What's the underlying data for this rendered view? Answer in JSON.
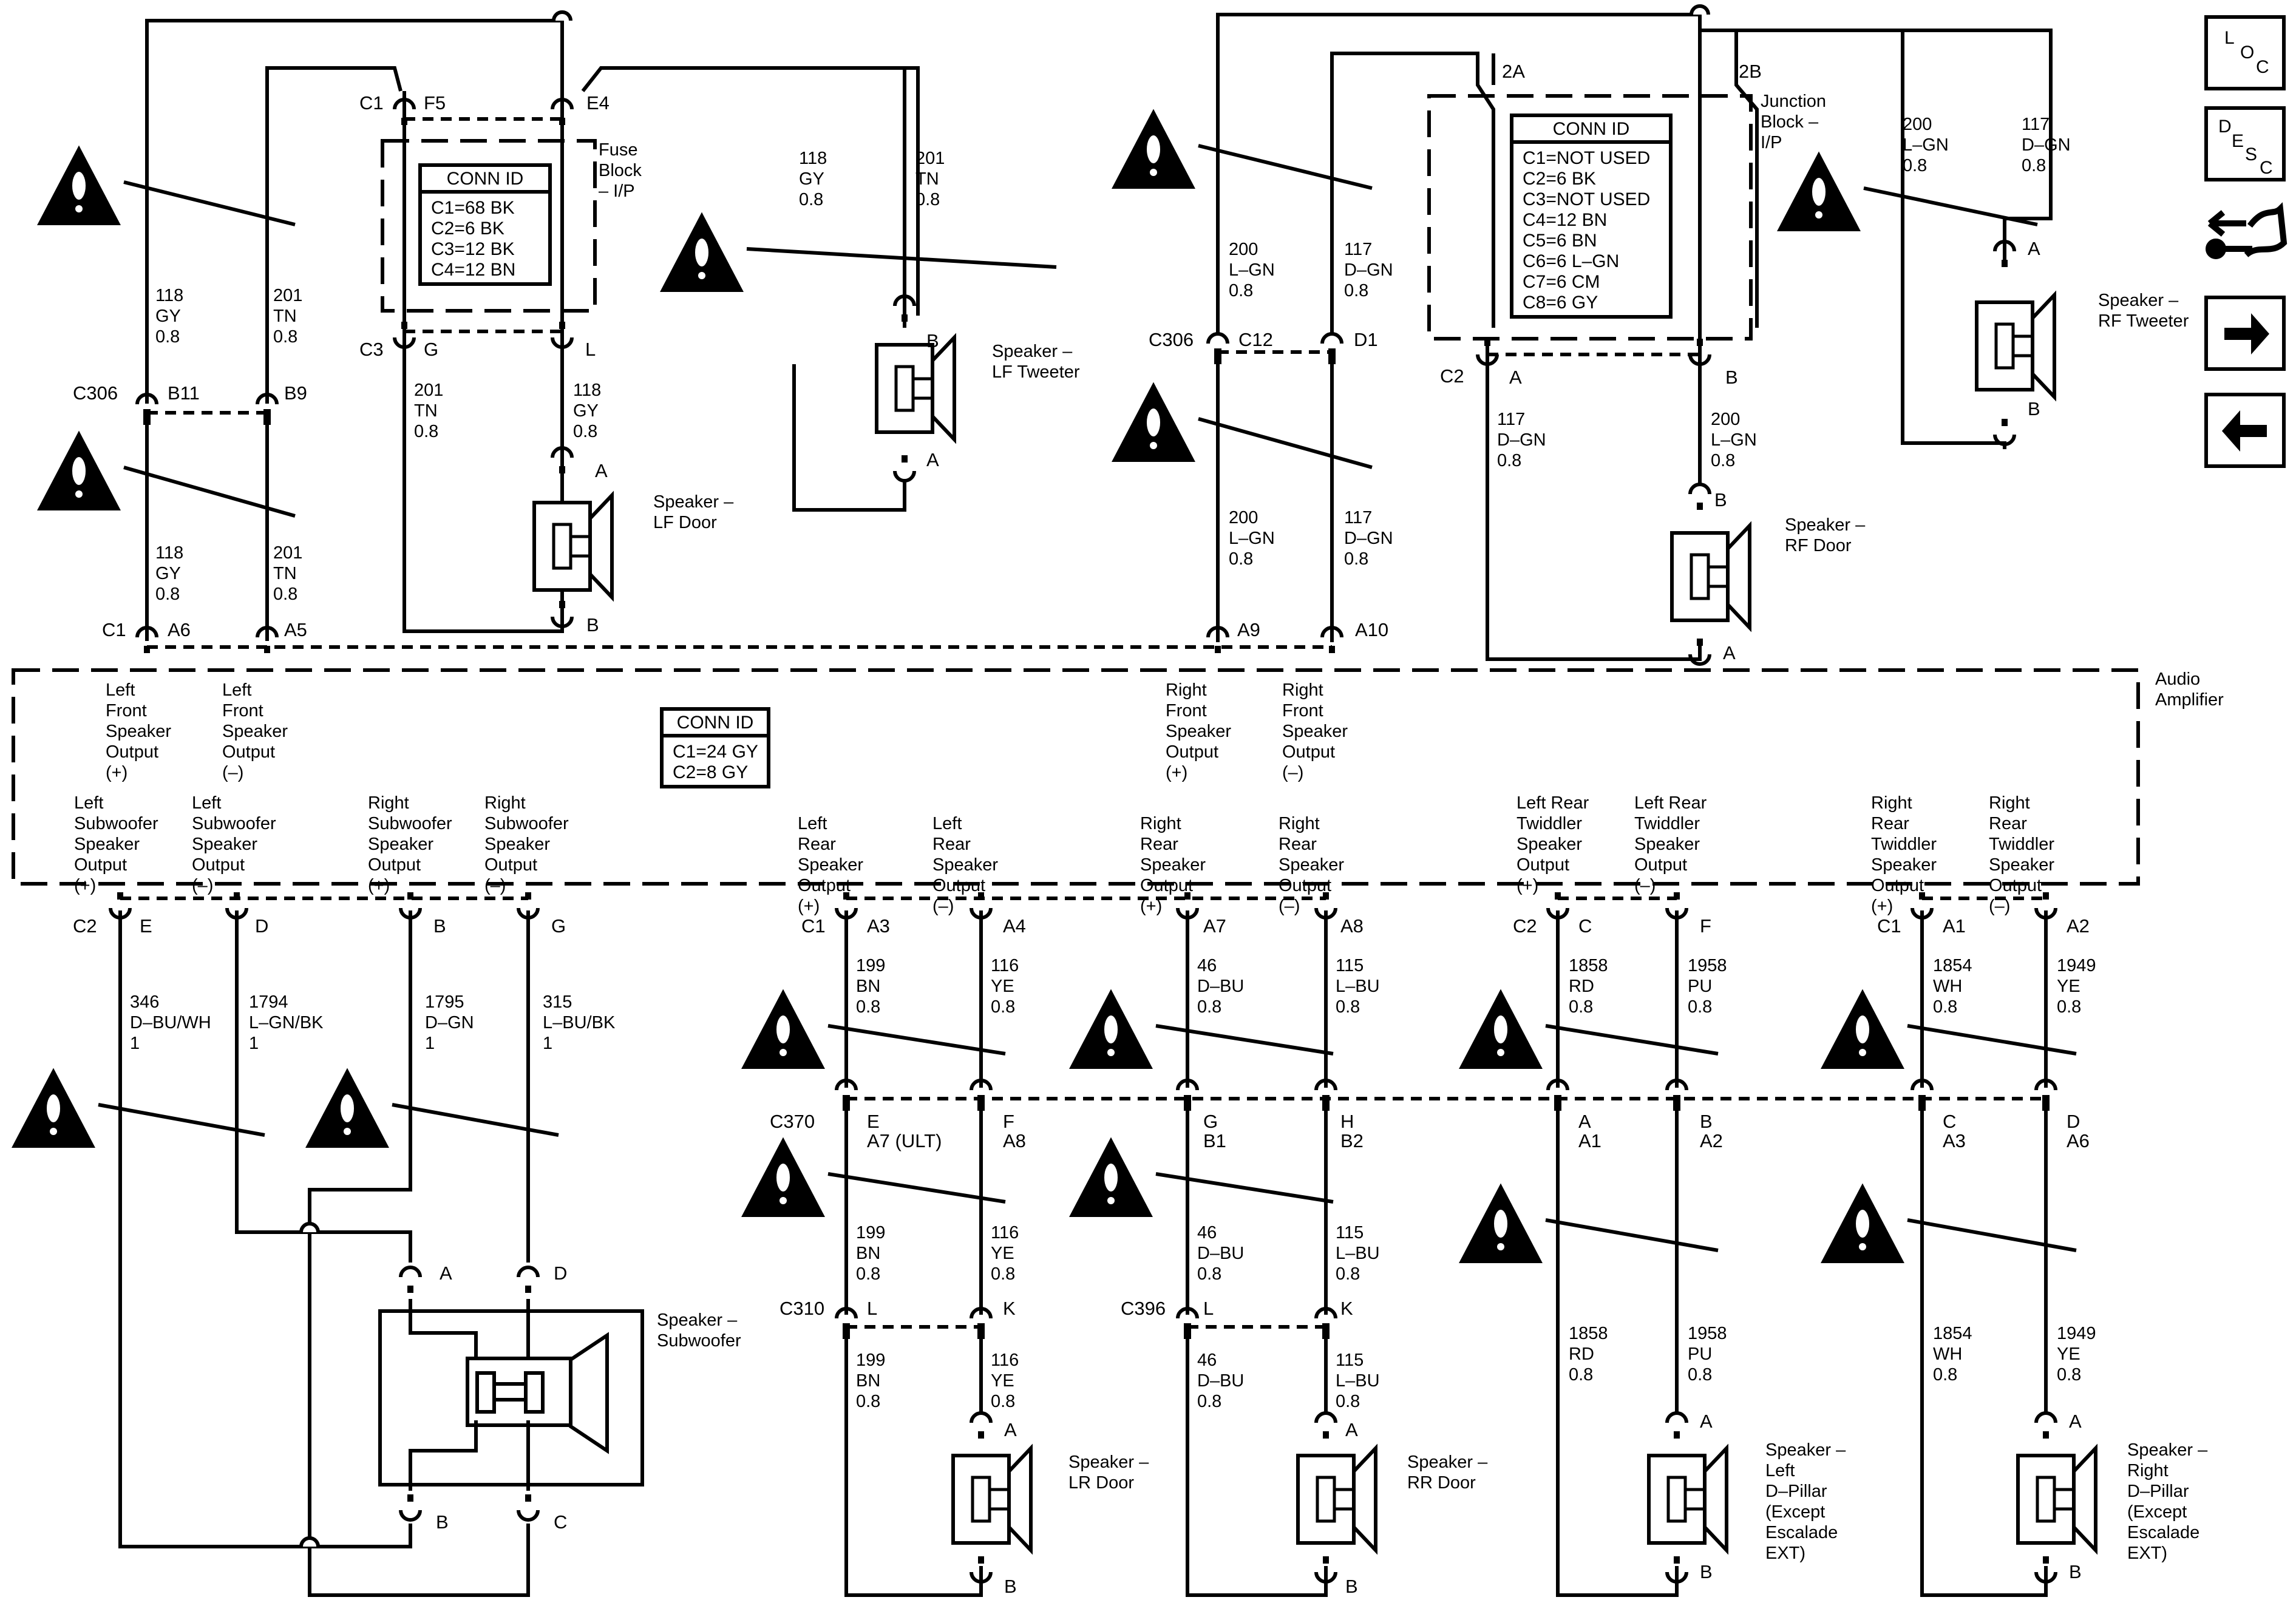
{
  "colors": {
    "ink": "#000000",
    "paper": "#ffffff"
  },
  "nav": {
    "loc": {
      "l": "L",
      "o": "O",
      "c": "C",
      "icon": "loc-icon"
    },
    "desc": {
      "d": "D",
      "e": "E",
      "s": "S",
      "c": "C",
      "icon": "desc-icon"
    },
    "connector_icon": "connector-tool-icon",
    "next_icon": "right-arrow-icon",
    "prev_icon": "left-arrow-icon"
  },
  "modules": {
    "fuse_block": {
      "name": "Fuse Block – I/P"
    },
    "junction_block": {
      "name": "Junction Block – I/P",
      "terminals": [
        "2A",
        "2B"
      ]
    },
    "amplifier": {
      "name": "Audio Amplifier"
    }
  },
  "conn_id_tables": {
    "fuse_block": {
      "title": "CONN ID",
      "rows": [
        "C1=68 BK",
        "C2=6 BK",
        "C3=12 BK",
        "C4=12 BN"
      ]
    },
    "junction_block": {
      "title": "CONN ID",
      "rows": [
        "C1=NOT USED",
        "C2=6 BK",
        "C3=NOT USED",
        "C4=12 BN",
        "C5=6 BN",
        "C6=6 L–GN",
        "C7=6 CM",
        "C8=6 GY"
      ]
    },
    "amplifier": {
      "title": "CONN ID",
      "rows": [
        "C1=24 GY",
        "C2=8 GY"
      ]
    }
  },
  "amp_outputs": {
    "lf_plus": "Left Front Speaker Output (+)",
    "lf_minus": "Left Front Speaker Output (–)",
    "rf_plus": "Right Front Speaker Output (+)",
    "rf_minus": "Right Front Speaker Output (–)",
    "lsub_plus": "Left Subwoofer Speaker Output (+)",
    "lsub_minus": "Left Subwoofer Speaker Output (–)",
    "rsub_plus": "Right Subwoofer Speaker Output (+)",
    "rsub_minus": "Right Subwoofer Speaker Output (–)",
    "lr_plus": "Left Rear Speaker Output (+)",
    "lr_minus": "Left Rear Speaker Output (–)",
    "rr_plus": "Right Rear Speaker Output (+)",
    "rr_minus": "Right Rear Speaker Output (–)",
    "lrt_plus": "Left Rear Twiddler Speaker Output (+)",
    "lrt_minus": "Left Rear Twiddler Speaker Output (–)",
    "rrt_plus": "Right Rear Twiddler Speaker Output (+)",
    "rrt_minus": "Right Rear Twiddler Speaker Output (–)"
  },
  "speakers": {
    "lf_tweeter": "Speaker – LF Tweeter",
    "lf_door": "Speaker – LF Door",
    "rf_door": "Speaker – RF Door",
    "rf_tweeter": "Speaker – RF Tweeter",
    "subwoofer": "Speaker – Subwoofer",
    "lr_door": "Speaker – LR Door",
    "rr_door": "Speaker – RR Door",
    "left_dpillar": "Speaker – Left D–Pillar (Except Escalade EXT)",
    "right_dpillar": "Speaker – Right D–Pillar (Except Escalade EXT)"
  },
  "connectors": {
    "c1": "C1",
    "c2": "C2",
    "c3": "C3",
    "c306": "C306",
    "c370": "C370",
    "c310": "C310",
    "c396": "C396"
  },
  "pins": {
    "f5": "F5",
    "e4": "E4",
    "g": "G",
    "l": "L",
    "b11": "B11",
    "b9": "B9",
    "a6": "A6",
    "a5": "A5",
    "c12": "C12",
    "d1": "D1",
    "a9": "A9",
    "a10": "A10",
    "a": "A",
    "b": "B",
    "e": "E",
    "d": "D",
    "c": "C",
    "a3": "A3",
    "a4": "A4",
    "a7": "A7",
    "a8": "A8",
    "a1": "A1",
    "a2": "A2",
    "f": "F",
    "h": "H",
    "k": "K",
    "b1": "B1",
    "b2": "B2",
    "a7ult": "A7 (ULT)",
    "a6b": "A6",
    "a3b": "A3"
  },
  "wires": {
    "w118gy": "118 GY 0.8",
    "w201tn": "201 TN 0.8",
    "w200lgn": "200 L–GN 0.8",
    "w117dgn": "117 D–GN 0.8",
    "w346": "346 D–BU/WH 1",
    "w1794": "1794 L–GN/BK 1",
    "w1795": "1795 D–GN 1",
    "w315": "315 L–BU/BK 1",
    "w199": "199 BN 0.8",
    "w116": "116 YE 0.8",
    "w46": "46 D–BU 0.8",
    "w115": "115 L–BU 0.8",
    "w1858": "1858 RD 0.8",
    "w1958": "1958 PU 0.8",
    "w1854": "1854 WH 0.8",
    "w1949": "1949 YE 0.8"
  },
  "caution_icon": "caution-triangle-icon"
}
